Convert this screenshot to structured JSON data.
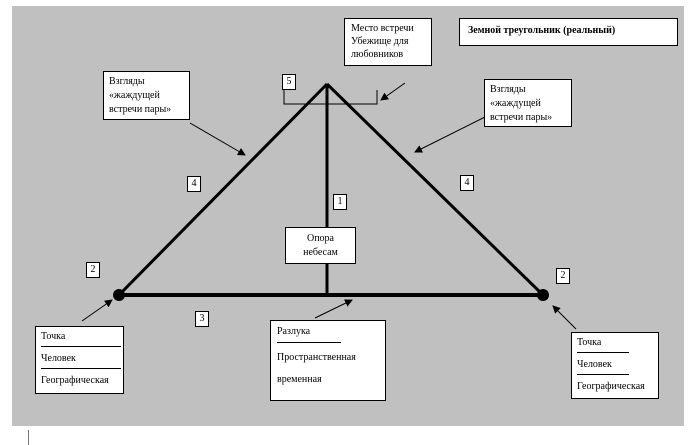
{
  "title": "Земной треугольник (реальный)",
  "meeting_place": "Место встречи\nУбежище для\nлюбовников",
  "gaze_left": "Взгляды\n«жаждущей\nвстречи пары»",
  "gaze_right": "Взгляды\n«жаждущей\nвстречи пары»",
  "support": "Опора\nнебесам",
  "separation": {
    "items": [
      "Разлука",
      "Пространственная",
      "временная"
    ]
  },
  "left_point": {
    "items": [
      "Точка",
      "Человек",
      "Географическая"
    ]
  },
  "right_point": {
    "items": [
      "Точка",
      "Человек",
      "Географическая"
    ]
  },
  "labels": {
    "n1": "1",
    "n2_left": "2",
    "n2_right": "2",
    "n3": "3",
    "n4_left": "4",
    "n4_right": "4",
    "n5": "5"
  }
}
